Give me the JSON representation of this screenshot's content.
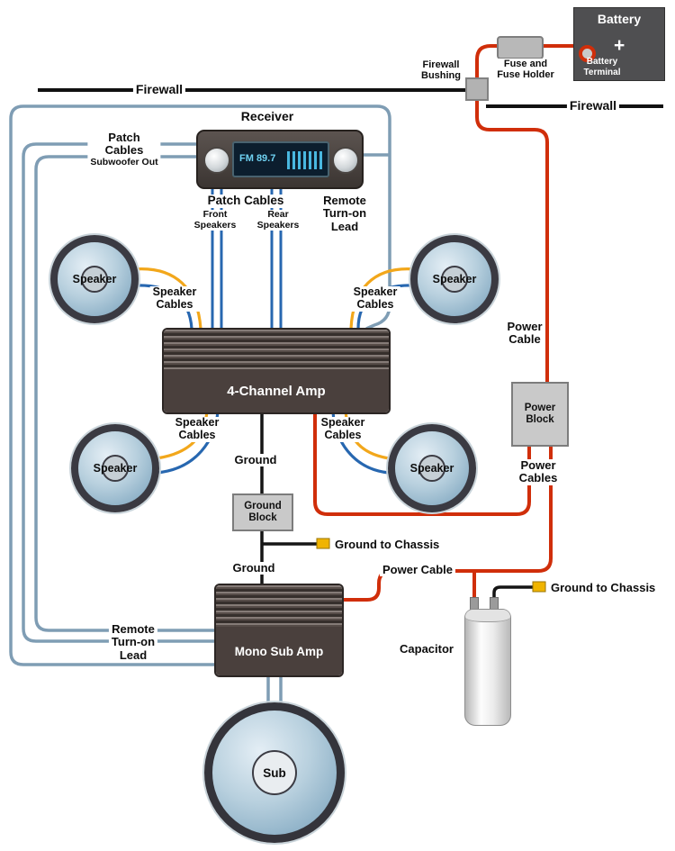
{
  "colors": {
    "power_wire": "#d02e0a",
    "ground_wire": "#151515",
    "signal_wire": "#7f9db4",
    "speaker_wire_orange": "#f2a71b",
    "speaker_wire_blue": "#2767b0",
    "patch_wire": "#2767b0",
    "chassis_terminal": "#f0b400",
    "firewall_line": "#111111"
  },
  "battery": {
    "title": "Battery",
    "plus": "+",
    "terminal_line1": "Battery",
    "terminal_line2": "Terminal"
  },
  "fuse": {
    "line1": "Fuse and",
    "line2": "Fuse Holder"
  },
  "bushing": {
    "line1": "Firewall",
    "line2": "Bushing"
  },
  "firewall": {
    "left": "Firewall",
    "right": "Firewall"
  },
  "receiver": {
    "title": "Receiver",
    "display_freq": "FM 89.7"
  },
  "patch_out": {
    "line1": "Patch",
    "line2": "Cables",
    "line3": "Subwoofer Out"
  },
  "patch_bottom": {
    "title": "Patch Cables",
    "front_line1": "Front",
    "front_line2": "Speakers",
    "rear_line1": "Rear",
    "rear_line2": "Speakers"
  },
  "remote_top": {
    "line1": "Remote",
    "line2": "Turn-on",
    "line3": "Lead"
  },
  "remote_bottom": {
    "line1": "Remote",
    "line2": "Turn-on",
    "line3": "Lead"
  },
  "speaker_label": "Speaker",
  "speaker_cables": {
    "line1": "Speaker",
    "line2": "Cables"
  },
  "amp_4ch": {
    "label": "4-Channel Amp"
  },
  "amp_mono": {
    "label": "Mono Sub Amp"
  },
  "sub": {
    "label": "Sub"
  },
  "power": {
    "cable_right_line1": "Power",
    "cable_right_line2": "Cable",
    "block_line1": "Power",
    "block_line2": "Block",
    "cables_line1": "Power",
    "cables_line2": "Cables",
    "cable_mid": "Power Cable"
  },
  "ground": {
    "label_top": "Ground",
    "label_bottom": "Ground",
    "block_line1": "Ground",
    "block_line2": "Block",
    "chassis_mid": "Ground to Chassis",
    "chassis_right": "Ground to Chassis"
  },
  "capacitor": {
    "label": "Capacitor"
  }
}
